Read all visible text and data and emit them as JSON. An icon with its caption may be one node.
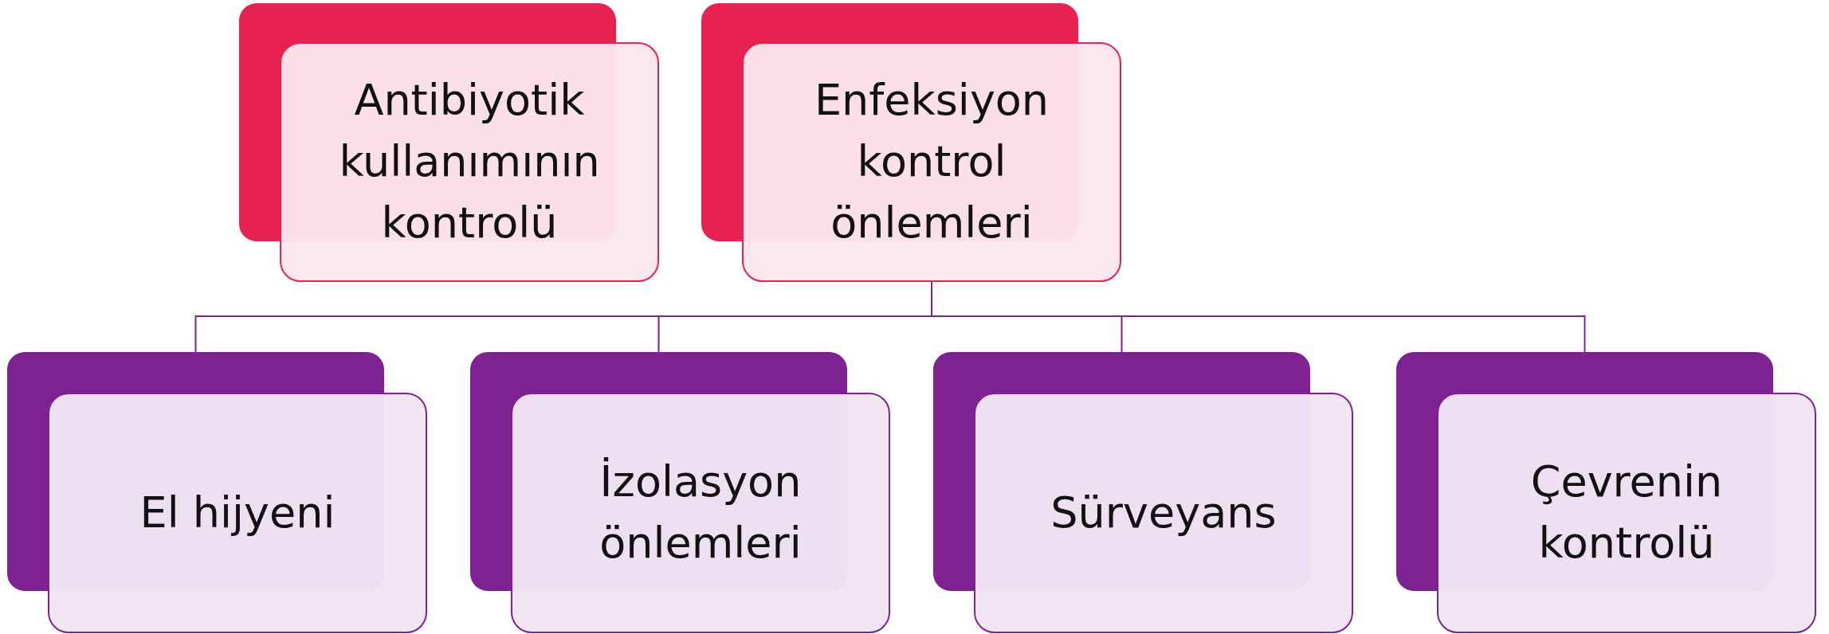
{
  "diagram": {
    "nodes": [
      {
        "text": [
          "Antibiyotik kullanımının kontrolü"
        ]
      },
      {
        "text": [
          "Enfeksiyon kontrol önlemleri"
        ]
      },
      {
        "text": [
          "El hijyeni"
        ]
      },
      {
        "text": [
          "İzolasyon önlemleri"
        ]
      },
      {
        "text": [
          "Sürveyans"
        ]
      },
      {
        "text": [
          "Çevrenin kontrolü"
        ]
      }
    ],
    "edges": [
      {
        "from": 1,
        "to": 2,
        "arrow": "none"
      },
      {
        "from": 1,
        "to": 3,
        "arrow": "none"
      },
      {
        "from": 1,
        "to": 4,
        "arrow": "none"
      },
      {
        "from": 1,
        "to": 5,
        "arrow": "none"
      }
    ]
  }
}
